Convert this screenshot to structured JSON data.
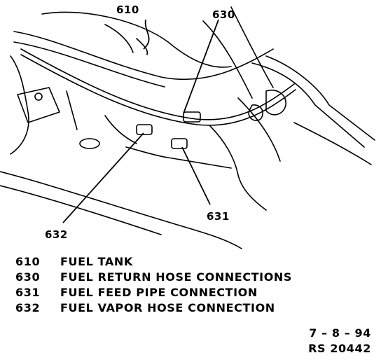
{
  "callouts": {
    "c610": "610",
    "c630": "630",
    "c631": "631",
    "c632": "632"
  },
  "legend": [
    {
      "num": "610",
      "text": "FUEL TANK"
    },
    {
      "num": "630",
      "text": "FUEL RETURN HOSE CONNECTIONS"
    },
    {
      "num": "631",
      "text": "FUEL FEED PIPE CONNECTION"
    },
    {
      "num": "632",
      "text": "FUEL VAPOR HOSE CONNECTION"
    }
  ],
  "footer": {
    "date": "7 – 8 – 94",
    "ref": "RS 20442"
  }
}
